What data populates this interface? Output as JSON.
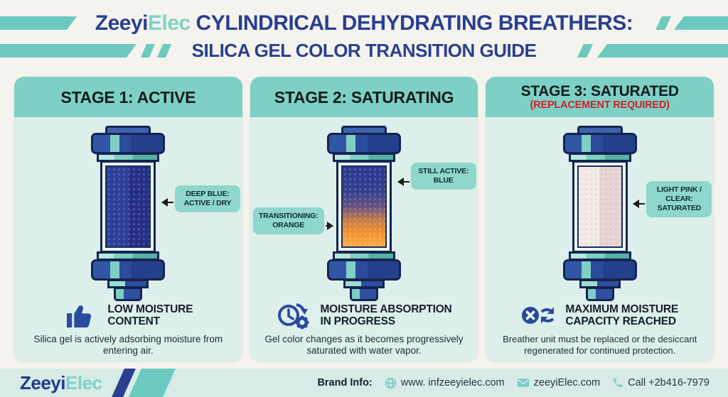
{
  "brand": {
    "part1": "Zeeyi",
    "part2": "Elec"
  },
  "header": {
    "title_line1": "CYLINDRICAL DEHYDRATING BREATHERS:",
    "title_line2": "SILICA GEL COLOR TRANSITION GUIDE"
  },
  "panels": [
    {
      "title": "STAGE 1: ACTIVE",
      "gel_color": "#2c3e96",
      "callout_right": {
        "line1": "DEEP BLUE:",
        "line2": "ACTIVE / DRY"
      },
      "info": {
        "icon": "thumbs-up-icon",
        "heading_line1": "LOW MOISTURE",
        "heading_line2": "CONTENT",
        "description": "Silica gel is actively adsorbing moisture from entering air."
      }
    },
    {
      "title": "STAGE 2: SATURATING",
      "gel_colors": [
        "#2c3e96",
        "#f09130"
      ],
      "callout_right": {
        "line1": "STILL ACTIVE:",
        "line2": "BLUE"
      },
      "callout_left": {
        "line1": "TRANSITIONING:",
        "line2": "ORANGE"
      },
      "info": {
        "icon": "clock-refresh-gear-icon",
        "heading_line1": "MOISTURE ABSORPTION",
        "heading_line2": "IN PROGRESS",
        "description": "Gel color changes as it becomes progressively saturated with water vapor."
      }
    },
    {
      "title": "STAGE 3: SATURATED",
      "subtitle": "(REPLACEMENT REQUIRED)",
      "gel_color": "#eadbd9",
      "callout_right": {
        "line1": "LIGHT PINK /",
        "line2": "CLEAR:",
        "line3": "SATURATED"
      },
      "info": {
        "icon": "x-circle-refresh-icon",
        "heading_line1": "MAXIMUM MOISTURE",
        "heading_line2": "CAPACITY REACHED",
        "description": "Breather unit must be replaced or the desiccant regenerated for continued protection."
      }
    }
  ],
  "footer": {
    "brand_info_label": "Brand Info:",
    "website": "www. infzeeyielec.com",
    "email": "zeeyiElec.com",
    "phone": "Call  +2b416-7979",
    "icons": {
      "website": "globe-icon",
      "email": "envelope-icon",
      "phone": "phone-icon"
    }
  },
  "colors": {
    "page_bg": "#f5f3ed",
    "accent_teal": "#6cc9c0",
    "band_teal": "#7ed0c6",
    "panel_bg": "#dcefeb",
    "callout_bg": "#8fd6cb",
    "navy_text": "#2a3f90",
    "brand_teal": "#7ed3c6",
    "outline_navy": "#16244f",
    "icon_navy": "#2a4a9e",
    "alert_red": "#cc2127",
    "footer_bg": "#d7ebe7"
  }
}
